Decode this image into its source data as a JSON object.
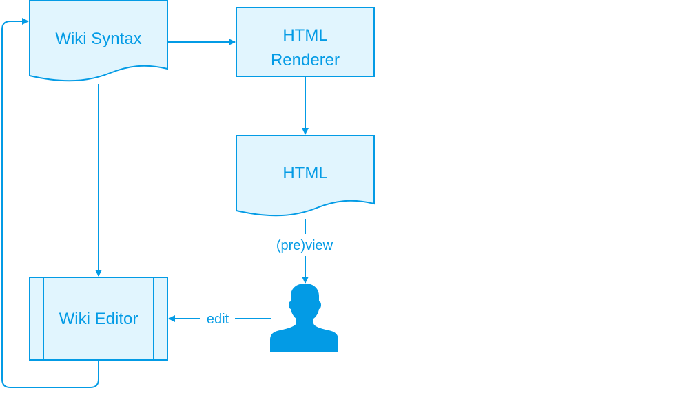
{
  "diagram": {
    "title": "Wiki editing flow",
    "colors": {
      "stroke": "#039be5",
      "fill": "#e1f5fe",
      "text": "#039be5",
      "background": "#ffffff"
    },
    "nodes": {
      "wiki_syntax": {
        "label": "Wiki Syntax",
        "shape": "document"
      },
      "html_renderer": {
        "label_line1": "HTML",
        "label_line2": "Renderer",
        "shape": "process"
      },
      "html": {
        "label": "HTML",
        "shape": "document"
      },
      "wiki_editor": {
        "label": "Wiki Editor",
        "shape": "predefined-process"
      },
      "user": {
        "label": "",
        "shape": "person-icon"
      }
    },
    "edges": [
      {
        "from": "wiki_syntax",
        "to": "html_renderer",
        "label": ""
      },
      {
        "from": "html_renderer",
        "to": "html",
        "label": ""
      },
      {
        "from": "html",
        "to": "user",
        "label": "(pre)view"
      },
      {
        "from": "user",
        "to": "wiki_editor",
        "label": "edit"
      },
      {
        "from": "wiki_syntax",
        "to": "wiki_editor",
        "label": ""
      },
      {
        "from": "wiki_editor",
        "to": "wiki_syntax",
        "label": ""
      }
    ],
    "edge_labels": {
      "preview": "(pre)view",
      "edit": "edit"
    }
  }
}
